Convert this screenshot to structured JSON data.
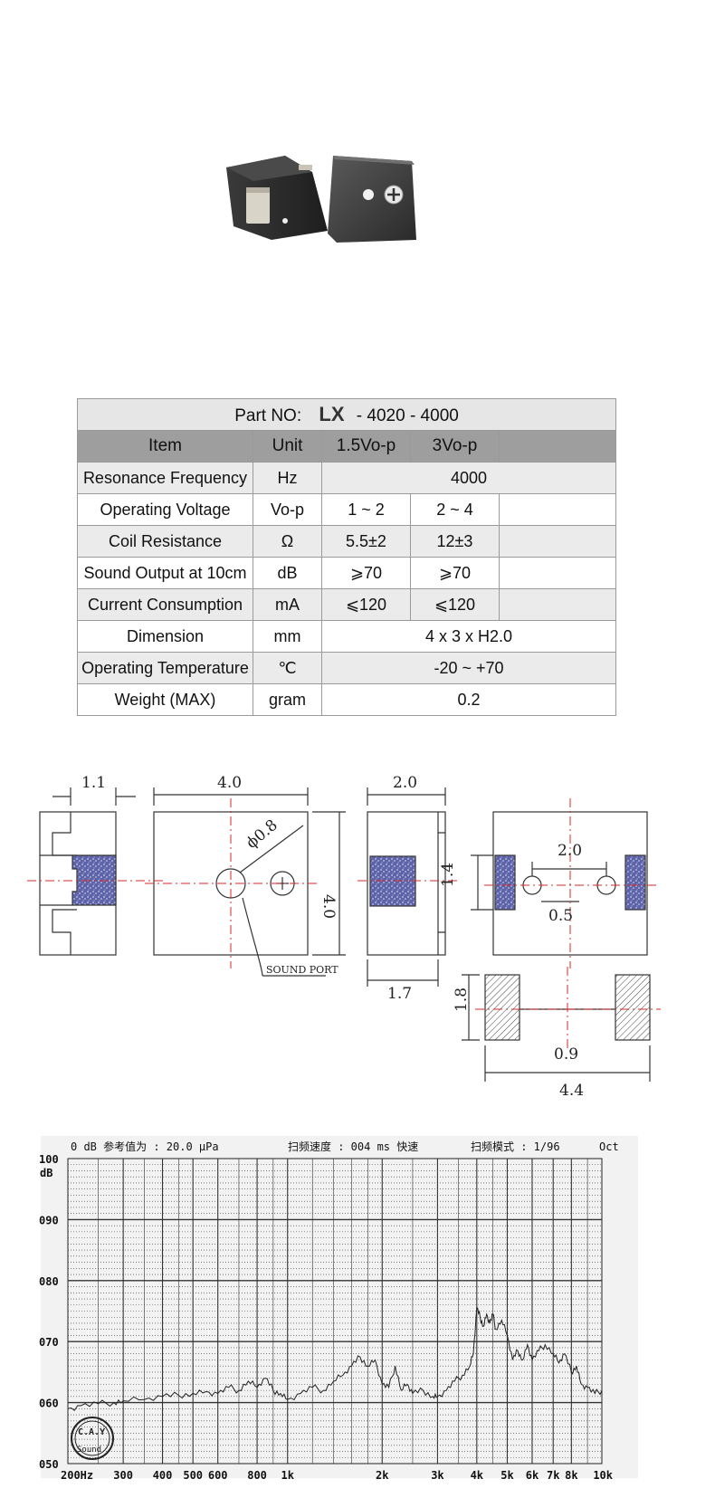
{
  "spec": {
    "title_prefix": "Part NO:",
    "title_series": "LX",
    "title_suffix": "- 4020 - 4000",
    "header": [
      "Item",
      "Unit",
      "1.5Vo-p",
      "3Vo-p"
    ],
    "rows": [
      {
        "item": "Resonance Frequency",
        "unit": "Hz",
        "merged": "4000"
      },
      {
        "item": "Operating  Voltage",
        "unit": "Vo-p",
        "v1": "1 ~ 2",
        "v2": "2 ~ 4"
      },
      {
        "item": "Coil Resistance",
        "unit": "Ω",
        "v1": "5.5±2",
        "v2": "12±3"
      },
      {
        "item": "Sound Output at 10cm",
        "unit": "dB",
        "v1": "⩾70",
        "v2": "⩾70"
      },
      {
        "item": "Current Consumption",
        "unit": "mA",
        "v1": "⩽120",
        "v2": "⩽120"
      },
      {
        "item": "Dimension",
        "unit": "mm",
        "merged": "4 x 3 x H2.0"
      },
      {
        "item": "Operating Temperature",
        "unit": "℃",
        "merged": "-20 ~ +70"
      },
      {
        "item": "Weight (MAX)",
        "unit": "gram",
        "merged": "0.2"
      }
    ]
  },
  "drawing": {
    "dim_side_width": "1.1",
    "dim_front_width": "4.0",
    "dim_front_height": "4.0",
    "dim_port_dia": "ϕ0.8",
    "sound_port_label": "SOUND PORT",
    "dim_side2_width": "2.0",
    "dim_side2_inner": "1.7",
    "dim_bottom_pitch": "2.0",
    "dim_bottom_height": "1.4",
    "dim_bottom_hole": "0.5",
    "dim_pad_height": "1.8",
    "dim_pad_gap": "0.9",
    "dim_pad_total": "4.4"
  },
  "chart_data": {
    "type": "line",
    "header": {
      "ref": "0 dB 参考值为 : 20.0 μPa",
      "speed": "扫频速度 : 004 ms 快速",
      "mode": "扫频模式 : 1/96",
      "unit": "Oct"
    },
    "ylabel": "dB",
    "ylim": [
      50,
      100
    ],
    "y_ticks": [
      "100",
      "090",
      "080",
      "070",
      "060",
      "050"
    ],
    "y_tick_values": [
      100,
      90,
      80,
      70,
      60,
      50
    ],
    "xlim": [
      200,
      10000
    ],
    "x_scale": "log",
    "x_ticks": [
      "200Hz",
      "300",
      "400",
      "500",
      "600",
      "800",
      "1k",
      "2k",
      "3k",
      "4k",
      "5k",
      "6k",
      "7k",
      "8k",
      "10k"
    ],
    "x_tick_values": [
      200,
      300,
      400,
      500,
      600,
      800,
      1000,
      2000,
      3000,
      4000,
      5000,
      6000,
      7000,
      8000,
      10000
    ],
    "logo_text": [
      "C.A.Y",
      "Sound"
    ],
    "series": [
      {
        "x": [
          200,
          220,
          250,
          280,
          300,
          350,
          400,
          450,
          500,
          550,
          600,
          650,
          700,
          750,
          800,
          850,
          900,
          950,
          1000,
          1100,
          1200,
          1300,
          1400,
          1500,
          1600,
          1700,
          1800,
          1900,
          2000,
          2100,
          2200,
          2300,
          2400,
          2500,
          2700,
          2900,
          3000,
          3200,
          3400,
          3600,
          3800,
          3900,
          4000,
          4100,
          4200,
          4300,
          4400,
          4500,
          4600,
          4800,
          5000,
          5200,
          5400,
          5600,
          5800,
          6000,
          6300,
          6600,
          7000,
          7300,
          7600,
          8000,
          8300,
          8600,
          9000,
          9500,
          10000
        ],
        "y": [
          59,
          59.5,
          59.8,
          60,
          60.3,
          60.5,
          61,
          61.2,
          61.5,
          61.8,
          61.5,
          62.5,
          62,
          63.5,
          62.5,
          64,
          62,
          61.5,
          60.5,
          61.5,
          62.5,
          62,
          63.5,
          64.5,
          66,
          67.5,
          66,
          67,
          63,
          62.5,
          66,
          62,
          63,
          61.5,
          62,
          61,
          61,
          62,
          63.5,
          64.5,
          66,
          68,
          75.5,
          74,
          72.5,
          74.5,
          73,
          74.5,
          72,
          73.5,
          71,
          67,
          68.5,
          67,
          69.5,
          67,
          68.5,
          69.5,
          68,
          66.5,
          68,
          65,
          66,
          63,
          62.5,
          61.5,
          62
        ]
      }
    ]
  }
}
